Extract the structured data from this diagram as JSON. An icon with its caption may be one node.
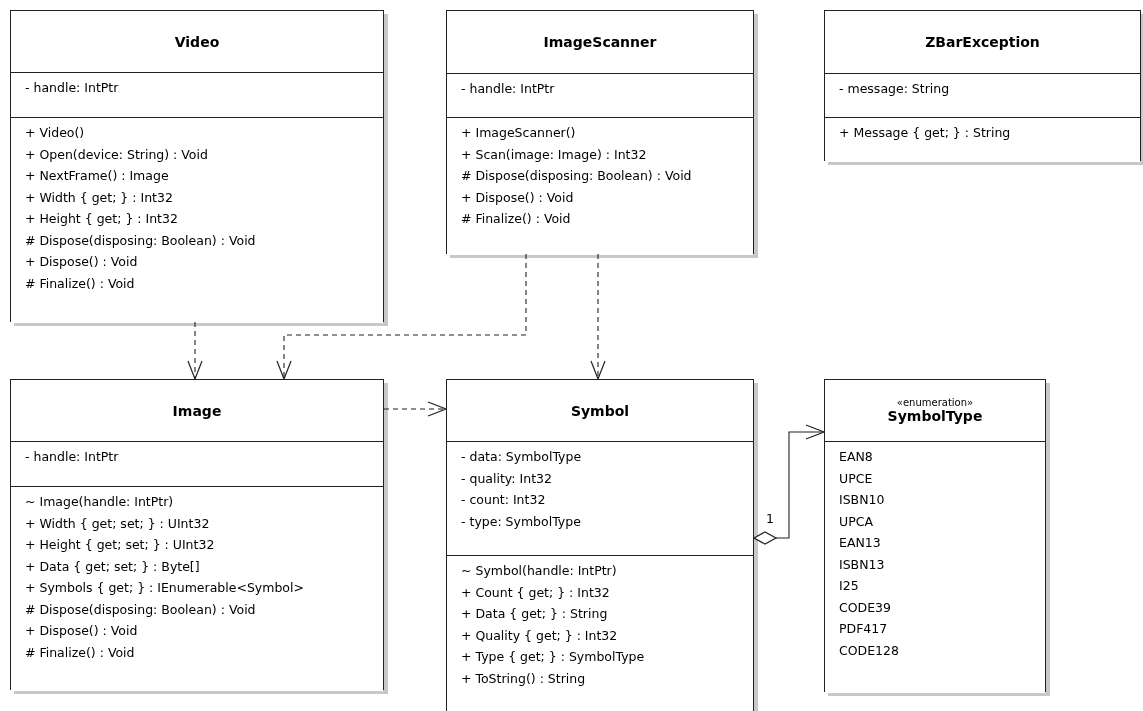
{
  "diagram": {
    "nodes": [
      {
        "text": [
          "Video"
        ]
      },
      {
        "text": [
          "- handle: IntPtr"
        ],
        "in": 0
      },
      {
        "text": [
          "+ Video()",
          "+ Open(device: String) : Void",
          "+ NextFrame() : Image",
          "+ Width { get; } : Int32",
          "+ Height { get; } : Int32",
          "# Dispose(disposing: Boolean) : Void",
          "+ Dispose() : Void",
          "# Finalize() : Void"
        ],
        "in": 0
      },
      {
        "text": [
          "ImageScanner"
        ]
      },
      {
        "text": [
          "- handle: IntPtr"
        ],
        "in": 3
      },
      {
        "text": [
          "+ ImageScanner()",
          "+ Scan(image: Image) : Int32",
          "# Dispose(disposing: Boolean) : Void",
          "+ Dispose() : Void",
          "# Finalize() : Void"
        ],
        "in": 3
      },
      {
        "text": [
          "ZBarException"
        ]
      },
      {
        "text": [
          "- message: String"
        ],
        "in": 6
      },
      {
        "text": [
          "+ Message { get; } : String"
        ],
        "in": 6
      },
      {
        "text": [
          "Image"
        ]
      },
      {
        "text": [
          "- handle: IntPtr"
        ],
        "in": 9
      },
      {
        "text": [
          "~ Image(handle: IntPtr)",
          "+ Width { get; set; } : UInt32",
          "+ Height { get; set; } : UInt32",
          "+ Data { get; set; } : Byte[]",
          "+ Symbols { get; } : IEnumerable<Symbol>",
          "# Dispose(disposing: Boolean) : Void",
          "+ Dispose() : Void",
          "# Finalize() : Void"
        ],
        "in": 9
      },
      {
        "text": [
          "Symbol"
        ]
      },
      {
        "text": [
          "- data: SymbolType",
          "- quality: Int32",
          "- count: Int32",
          "- type: SymbolType"
        ],
        "in": 12
      },
      {
        "text": [
          "~ Symbol(handle: IntPtr)",
          "+ Count { get; } : Int32",
          "+ Data { get; } : String",
          "+ Quality { get; } : Int32",
          "+ Type { get; } : SymbolType",
          "+ ToString() : String"
        ],
        "in": 12
      },
      {
        "text": [
          "«enumeration»",
          "SymbolType"
        ]
      },
      {
        "text": [
          "EAN8",
          "UPCE",
          "ISBN10",
          "UPCA",
          "EAN13",
          "ISBN13",
          "I25",
          "CODE39",
          "PDF417",
          "CODE128"
        ],
        "in": 15
      }
    ],
    "edges": [
      {
        "from": 0,
        "to": 9,
        "arrow": "to",
        "style": "dashed"
      },
      {
        "from": 3,
        "to": 9,
        "arrow": "to",
        "style": "dashed"
      },
      {
        "from": 3,
        "to": 12,
        "arrow": "to",
        "style": "dashed"
      },
      {
        "from": 9,
        "to": 12,
        "arrow": "to",
        "style": "dashed"
      },
      {
        "from": 12,
        "to": 15,
        "arrow": "to",
        "label": "1"
      }
    ]
  }
}
